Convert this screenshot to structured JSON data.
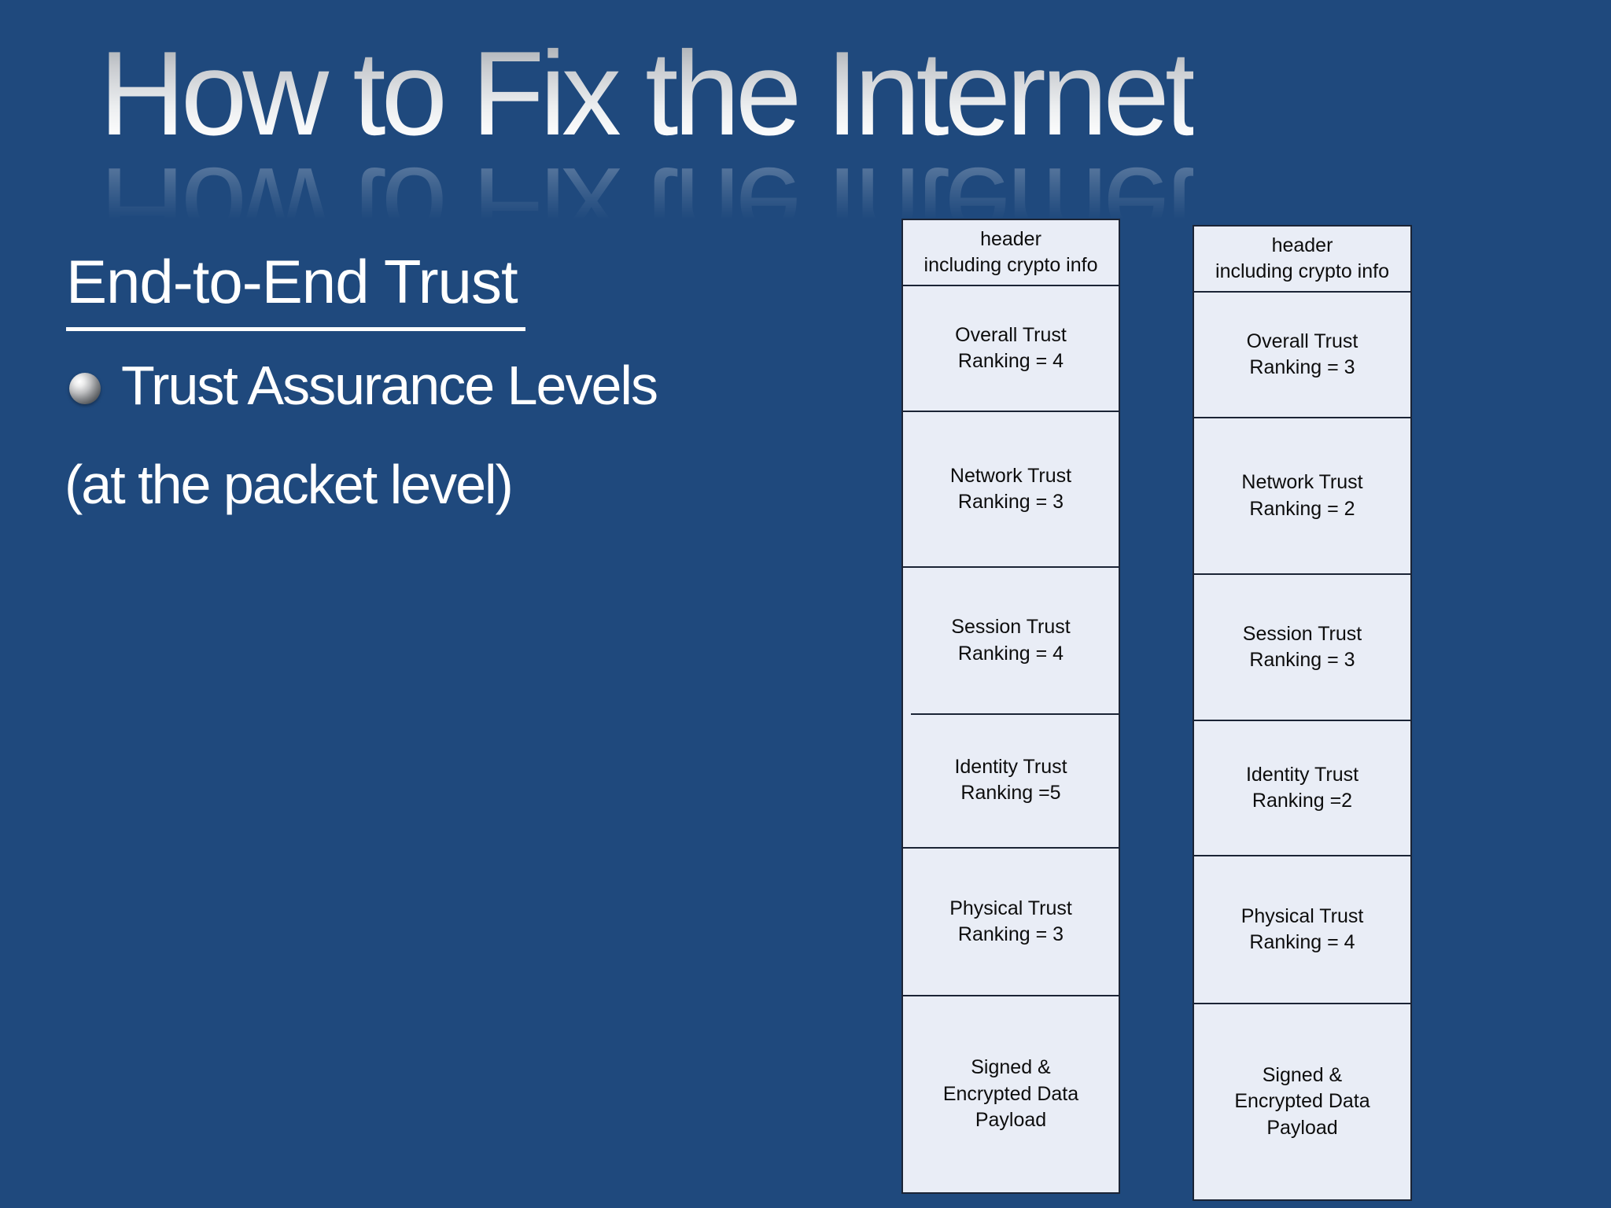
{
  "slide": {
    "title": "How to Fix the Internet",
    "heading": "End-to-End Trust",
    "bullet": "Trust Assurance Levels",
    "subtext": "(at the packet level)",
    "background_color": "#1f497d",
    "text_color": "#ffffff",
    "box_fill_color": "#e9edf6",
    "box_border_color": "#1b2435",
    "bullet_icon": "sphere-bullet-icon"
  },
  "columns": [
    {
      "name": "packet-1",
      "segments": [
        {
          "label": "header\nincluding crypto info"
        },
        {
          "label": "Overall Trust\nRanking = 4"
        },
        {
          "label": "Network Trust\nRanking = 3"
        },
        {
          "label": "Session Trust\nRanking = 4"
        },
        {
          "label": "Identity Trust\nRanking =5"
        },
        {
          "label": "Physical Trust\nRanking = 3"
        },
        {
          "label": "Signed &\nEncrypted Data\nPayload"
        }
      ]
    },
    {
      "name": "packet-2",
      "segments": [
        {
          "label": "header\nincluding crypto info"
        },
        {
          "label": "Overall Trust\nRanking = 3"
        },
        {
          "label": "Network Trust\nRanking = 2"
        },
        {
          "label": "Session Trust\nRanking = 3"
        },
        {
          "label": "Identity Trust\nRanking =2"
        },
        {
          "label": "Physical Trust\nRanking = 4"
        },
        {
          "label": "Signed &\nEncrypted Data\nPayload"
        }
      ]
    }
  ]
}
